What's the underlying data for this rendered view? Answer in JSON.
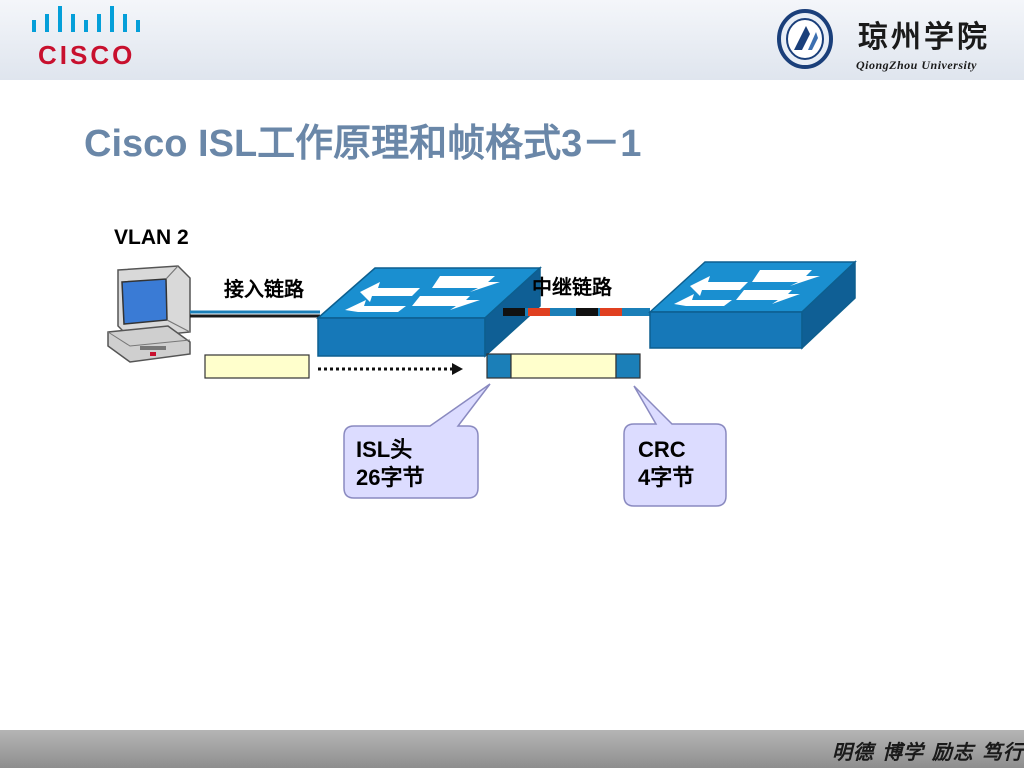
{
  "header": {
    "brand": "CISCO",
    "school_name": "琼州学院",
    "school_name_en": "QiongZhou University"
  },
  "title": "Cisco ISL工作原理和帧格式3－1",
  "diagram": {
    "vlan_label": "VLAN 2",
    "access_link_label": "接入链路",
    "trunk_link_label": "中继链路",
    "callout_isl": {
      "line1": "ISL头",
      "line2": "26字节"
    },
    "callout_crc": {
      "line1": "CRC",
      "line2": "4字节"
    }
  },
  "footer": {
    "motto": "明德 博学 励志 笃行"
  },
  "colors": {
    "title": "#6a87a8",
    "switch_blue": "#1a8fd0",
    "frame_fill": "#ffffcc",
    "isl_blue": "#1b7fb8",
    "callout_fill": "#dcdcff",
    "cisco_red": "#c8102e",
    "cisco_blue": "#049fd9"
  }
}
